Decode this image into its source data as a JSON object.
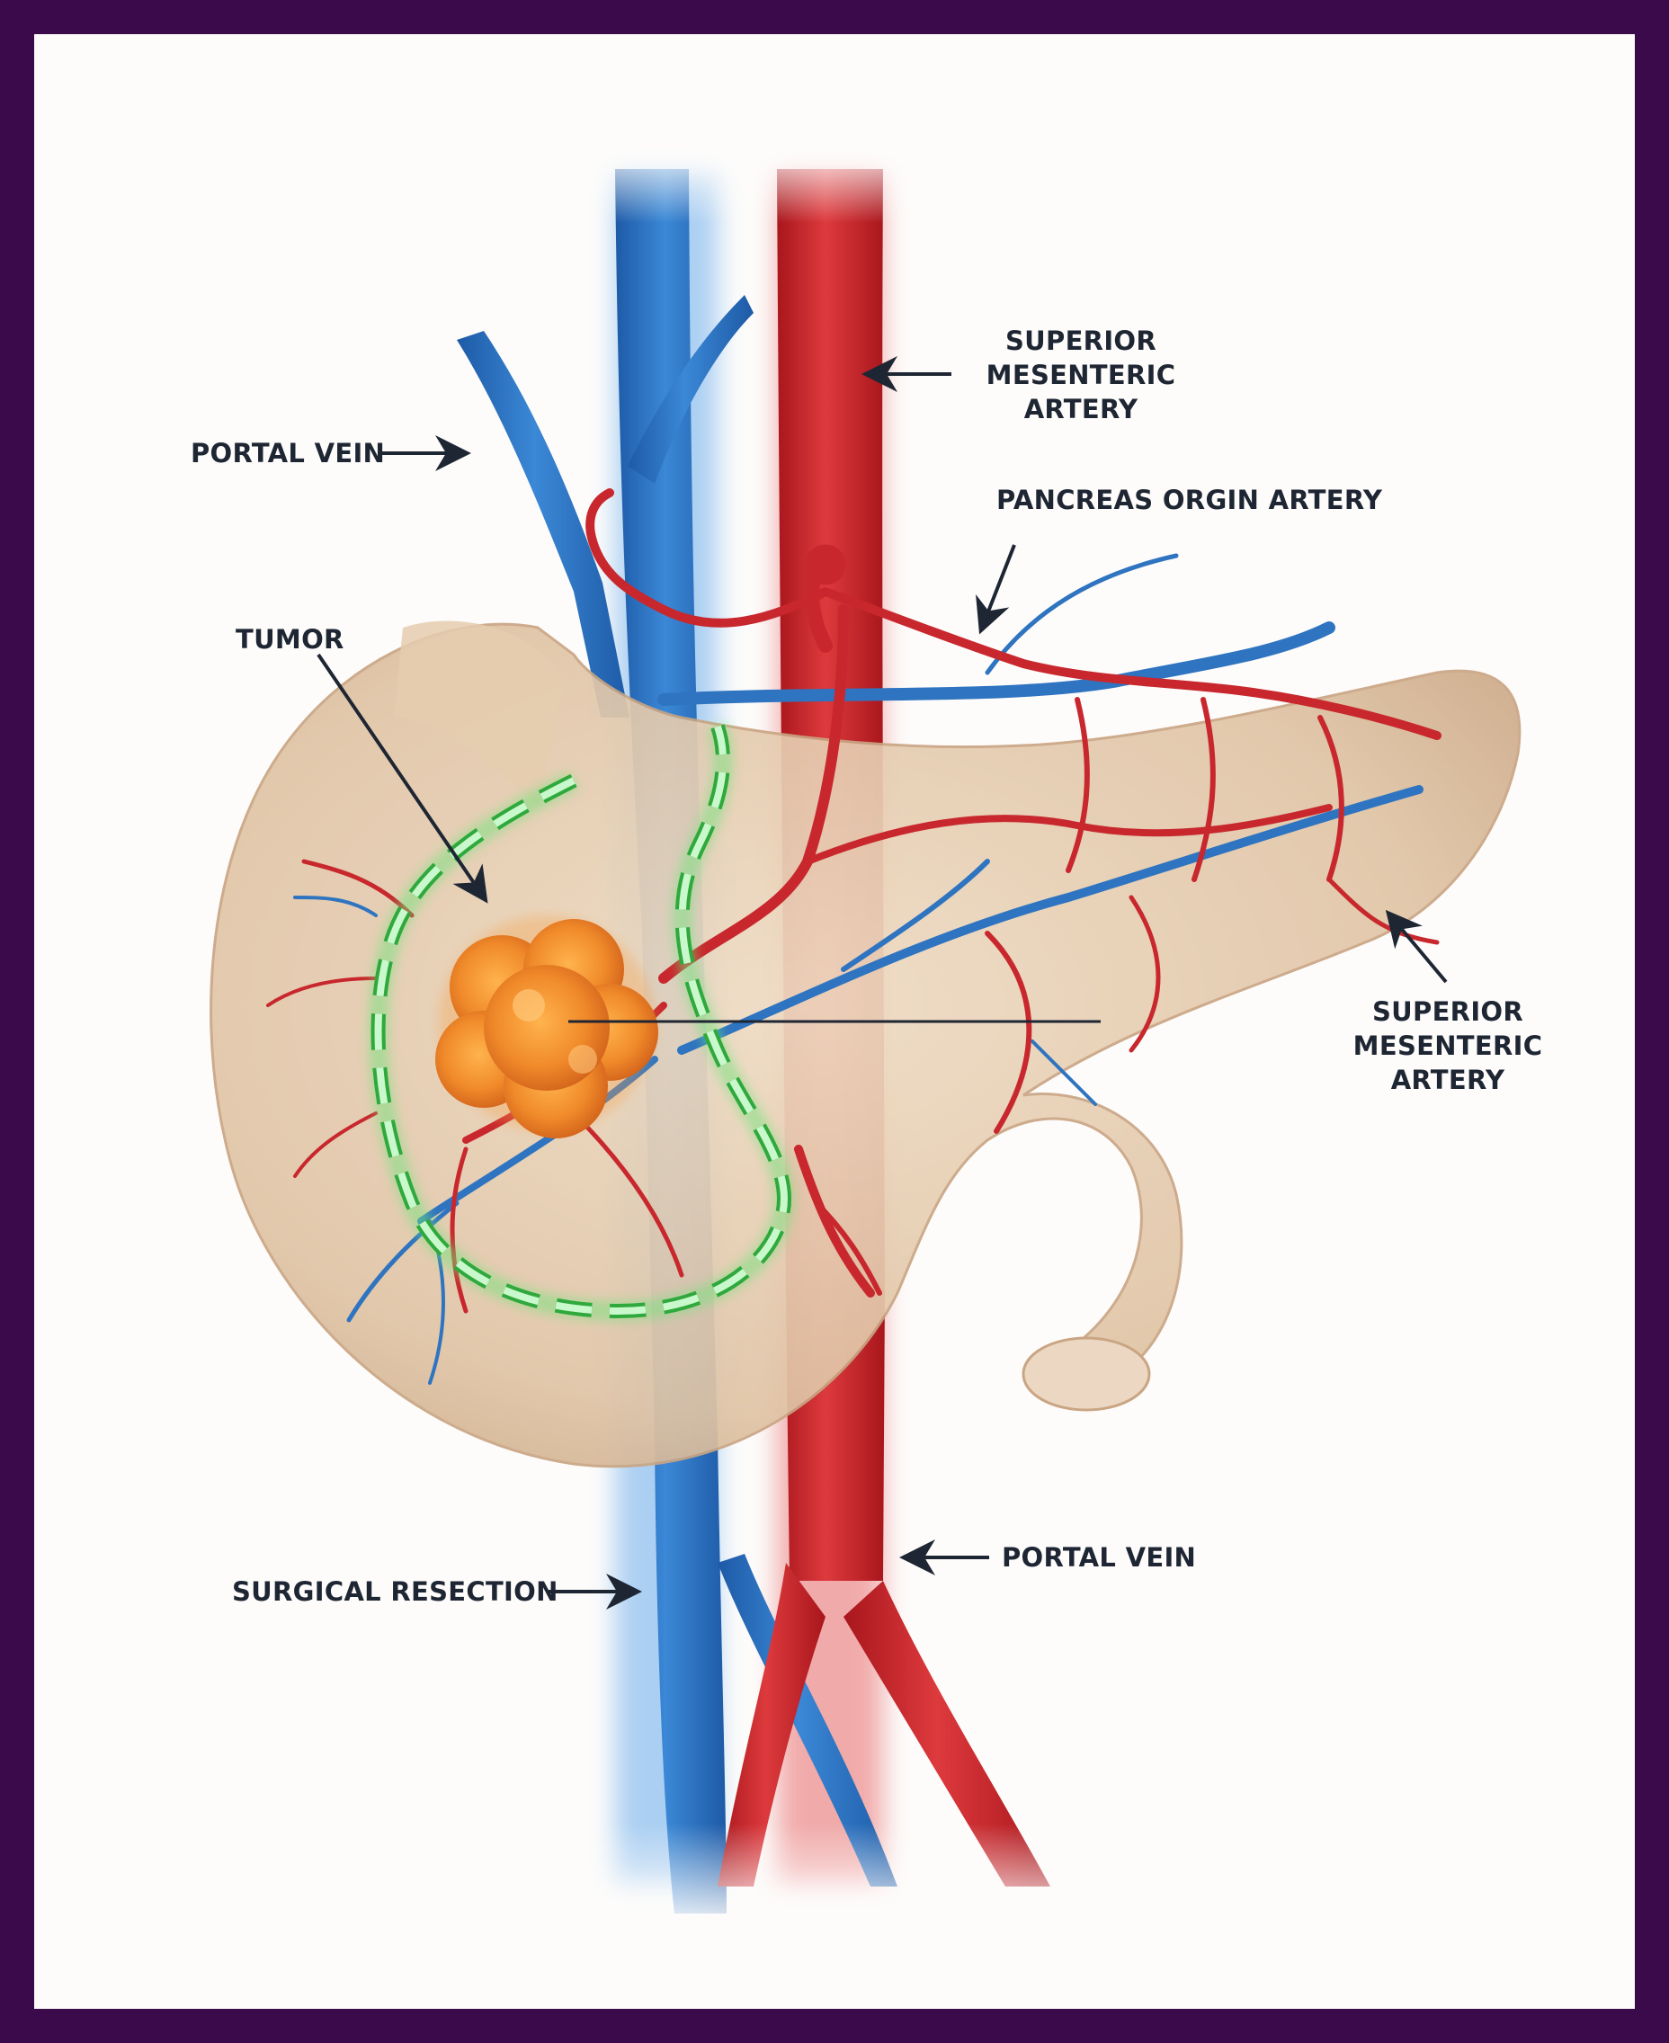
{
  "colors": {
    "frame": "#3a0a4a",
    "background": "#fdfcfb",
    "vein": "#2f74c0",
    "artery": "#c8282d",
    "pancreas": "#e6cdb0",
    "tumor": "#f08a2a",
    "resection_margin": "#6fe37a",
    "label_text": "#1f2633"
  },
  "labels": {
    "portal_vein_top": "PORTAL VEIN",
    "sma_top": [
      "SUPERIOR",
      "MESENTERIC",
      "ARTERY"
    ],
    "pancreas_origin_artery": "PANCREAS ORGIN ARTERY",
    "tumor": "TUMOR",
    "sma_right": [
      "SUPERIOR",
      "MESENTERIC",
      "ARTERY"
    ],
    "surgical_resection": "SURGICAL RESECTION",
    "portal_vein_bottom": "PORTAL VEIN"
  },
  "icons": {
    "arrow": "arrow-icon",
    "tumor": "tumor-mass-icon"
  }
}
